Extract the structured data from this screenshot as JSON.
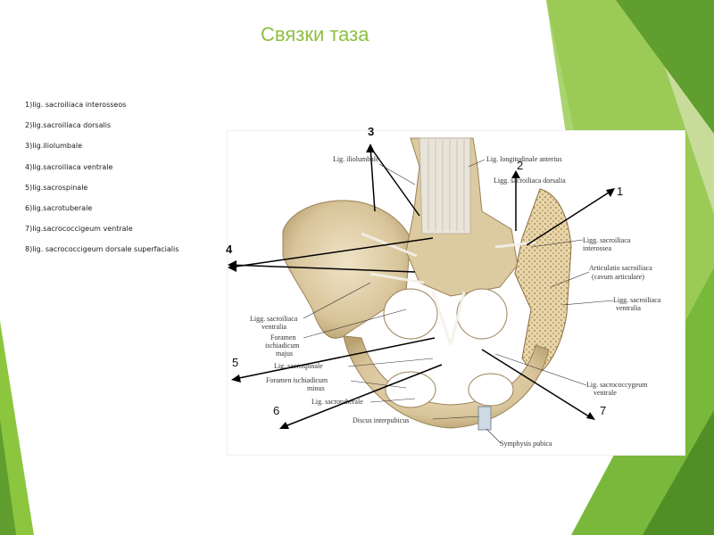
{
  "slide": {
    "title": "Связки таза",
    "accent_color": "#8dbf3f",
    "legend": [
      "1)lig. sacroiliaca interosseos",
      "2)lig.sacroiliaca dorsalis",
      "3)lig.iliolumbale",
      "4)lig.sacroiliaca ventrale",
      "5)lig.sacrospinale",
      "6)lig.sacrotuberale",
      "7)lig.sacrococcigeum ventrale",
      "8)lig. sacrococcigeum dorsale superfacialis"
    ]
  },
  "figure": {
    "printed_labels": {
      "iliolumbale": "Lig. iliolumbale",
      "longitudinale": "Lig. longitudinale anterius",
      "dorsalia": "Ligg. sacroiliaca dorsalia",
      "interossea_1": "Ligg. sacroiliaca",
      "interossea_2": "interossea",
      "articulatio_1": "Articulatio sacroiliaca",
      "articulatio_2": "(cavum articulare)",
      "ventralia_r1": "Ligg. sacroiliaca",
      "ventralia_r2": "ventralia",
      "ventralia_l1": "Ligg. sacroiliaca",
      "ventralia_l2": "ventralia",
      "for_majus_1": "Foramen",
      "for_majus_2": "ischiadicum",
      "for_majus_3": "majus",
      "sacrospinale": "Lig. sacrospinale",
      "for_minus_1": "Foramen ischiadicum",
      "for_minus_2": "minus",
      "sacrococcygeum_1": "Lig. sacrococcygeum",
      "sacrococcygeum_2": "ventrale",
      "sacrotuberale": "Lig. sacrotuberale",
      "discus": "Discus interpubicus",
      "symphysis": "Symphysis pubica"
    },
    "markers": [
      "1",
      "2",
      "3",
      "4",
      "5",
      "6",
      "7"
    ]
  }
}
